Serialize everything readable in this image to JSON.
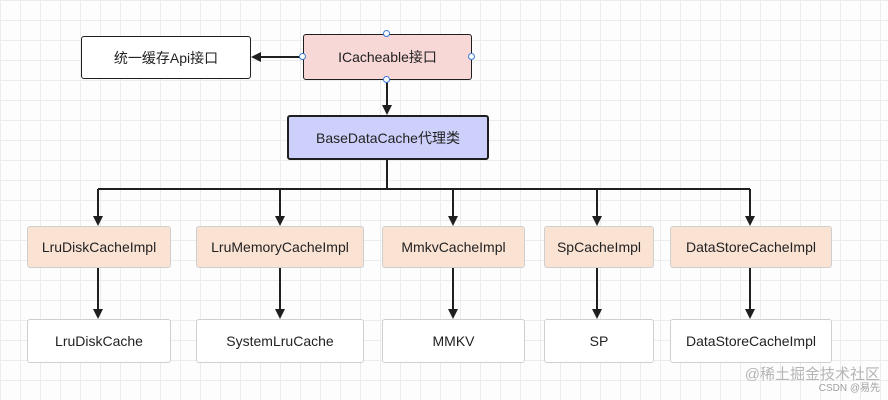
{
  "nodes": {
    "api_label": "统一缓存Api接口",
    "icacheable": "ICacheable接口",
    "base_proxy": "BaseDataCache代理类",
    "impl_lrudisk": "LruDiskCacheImpl",
    "impl_lrumemory": "LruMemoryCacheImpl",
    "impl_mmkv": "MmkvCacheImpl",
    "impl_sp": "SpCacheImpl",
    "impl_datastore": "DataStoreCacheImpl",
    "leaf_lrudisk": "LruDiskCache",
    "leaf_systemlru": "SystemLruCache",
    "leaf_mmkv": "MMKV",
    "leaf_sp": "SP",
    "leaf_datastore": "DataStoreCacheImpl"
  },
  "watermark": {
    "main": "@稀土掘金技术社区",
    "sub": "CSDN @易先"
  },
  "colors": {
    "icacheable_fill": "#f8d7d7",
    "proxy_fill": "#ccd0fa",
    "impl_fill": "#fbe3d4",
    "leaf_fill": "#ffffff",
    "line": "#1f1f1f",
    "handle": "#3b7bd6"
  }
}
